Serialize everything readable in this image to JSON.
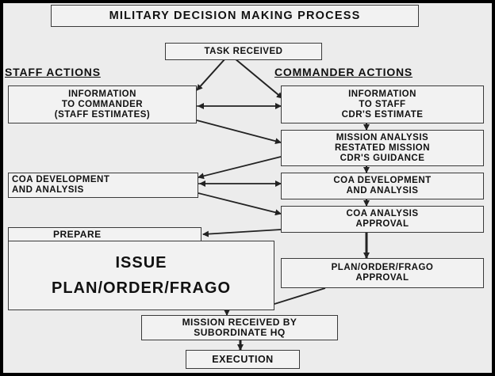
{
  "title": "MILITARY DECISION MAKING PROCESS",
  "headings": {
    "staff": "STAFF ACTIONS",
    "commander": "COMMANDER ACTIONS"
  },
  "boxes": {
    "task_received": "TASK RECEIVED",
    "info_to_commander": [
      "INFORMATION",
      "TO COMMANDER",
      "(STAFF ESTIMATES)"
    ],
    "info_to_staff": [
      "INFORMATION",
      "TO STAFF",
      "CDR'S ESTIMATE"
    ],
    "mission_analysis": [
      "MISSION ANALYSIS",
      "RESTATED MISSION",
      "CDR'S GUIDANCE"
    ],
    "coa_dev_staff": [
      "COA DEVELOPMENT",
      "AND ANALYSIS"
    ],
    "coa_dev_cmdr": [
      "COA DEVELOPMENT",
      "AND ANALYSIS"
    ],
    "coa_analysis_approval": [
      "COA ANALYSIS",
      "APPROVAL"
    ],
    "prepare": "PREPARE",
    "issue": [
      "ISSUE",
      "PLAN/ORDER/FRAGO"
    ],
    "plan_approval": [
      "PLAN/ORDER/FRAGO",
      "APPROVAL"
    ],
    "mission_received": [
      "MISSION RECEIVED BY",
      "SUBORDINATE HQ"
    ],
    "execution": "EXECUTION"
  },
  "colors": {
    "background": "#ececec",
    "frame": "#000000",
    "ink": "#111111",
    "box_border": "#3a3a3a"
  }
}
